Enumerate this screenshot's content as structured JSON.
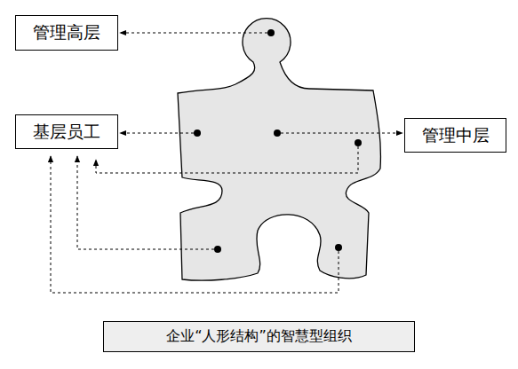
{
  "diagram": {
    "caption": "企业“人形结构”的智慧型组织",
    "nodes": [
      {
        "text": [
          "管理高层"
        ]
      },
      {
        "text": [
          "基层员工"
        ]
      },
      {
        "text": [
          "管理中层"
        ]
      }
    ]
  }
}
